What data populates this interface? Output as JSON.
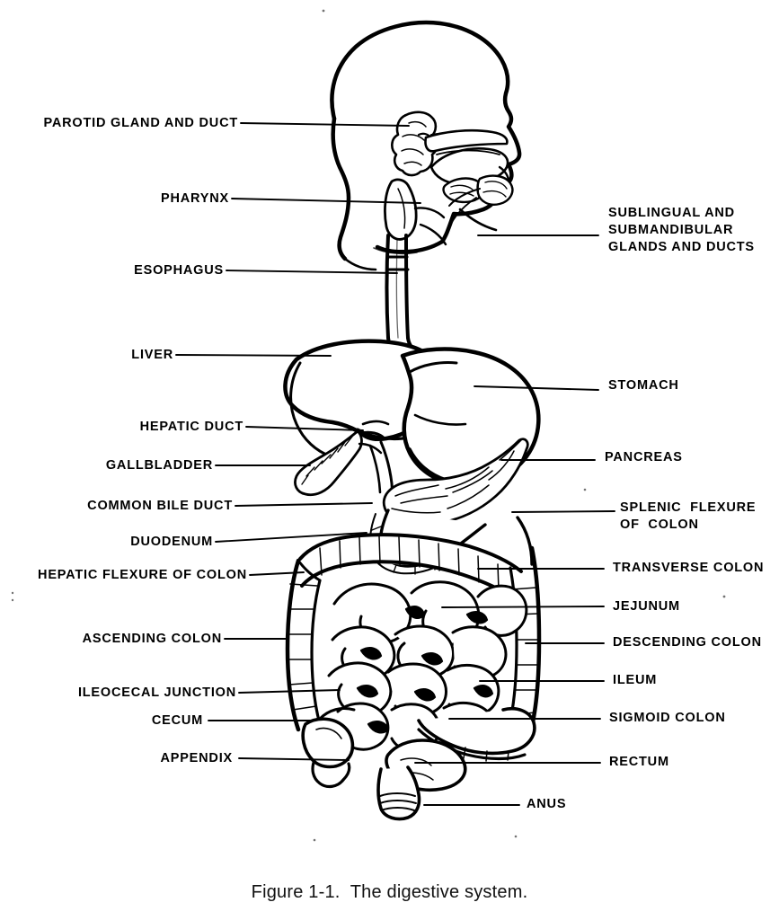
{
  "figure": {
    "caption": "Figure 1-1.  The digestive system.",
    "title": "The digestive system",
    "ink_color": "#000000",
    "background_color": "#ffffff"
  },
  "labels_left": [
    {
      "text": "PAROTID GLAND AND DUCT",
      "name": "label-parotid-gland-and-duct"
    },
    {
      "text": "PHARYNX",
      "name": "label-pharynx"
    },
    {
      "text": "ESOPHAGUS",
      "name": "label-esophagus"
    },
    {
      "text": "LIVER",
      "name": "label-liver"
    },
    {
      "text": "HEPATIC DUCT",
      "name": "label-hepatic-duct"
    },
    {
      "text": "GALLBLADDER",
      "name": "label-gallbladder"
    },
    {
      "text": "COMMON BILE DUCT",
      "name": "label-common-bile-duct"
    },
    {
      "text": "DUODENUM",
      "name": "label-duodenum"
    },
    {
      "text": "HEPATIC FLEXURE OF COLON",
      "name": "label-hepatic-flexure-of-colon"
    },
    {
      "text": "ASCENDING COLON",
      "name": "label-ascending-colon"
    },
    {
      "text": "ILEOCECAL JUNCTION",
      "name": "label-ileocecal-junction"
    },
    {
      "text": "CECUM",
      "name": "label-cecum"
    },
    {
      "text": "APPENDIX",
      "name": "label-appendix"
    }
  ],
  "labels_right": [
    {
      "text": "SUBLINGUAL AND\nSUBMANDIBULAR\nGLANDS AND DUCTS",
      "name": "label-sublingual-and-submandibular-glands-and-ducts"
    },
    {
      "text": "STOMACH",
      "name": "label-stomach"
    },
    {
      "text": "PANCREAS",
      "name": "label-pancreas"
    },
    {
      "text": "SPLENIC  FLEXURE\nOF  COLON",
      "name": "label-splenic-flexure-of-colon"
    },
    {
      "text": "TRANSVERSE COLON",
      "name": "label-transverse-colon"
    },
    {
      "text": "JEJUNUM",
      "name": "label-jejunum"
    },
    {
      "text": "DESCENDING COLON",
      "name": "label-descending-colon"
    },
    {
      "text": "ILEUM",
      "name": "label-ileum"
    },
    {
      "text": "SIGMOID COLON",
      "name": "label-sigmoid-colon"
    },
    {
      "text": "RECTUM",
      "name": "label-rectum"
    },
    {
      "text": "ANUS",
      "name": "label-anus"
    }
  ]
}
